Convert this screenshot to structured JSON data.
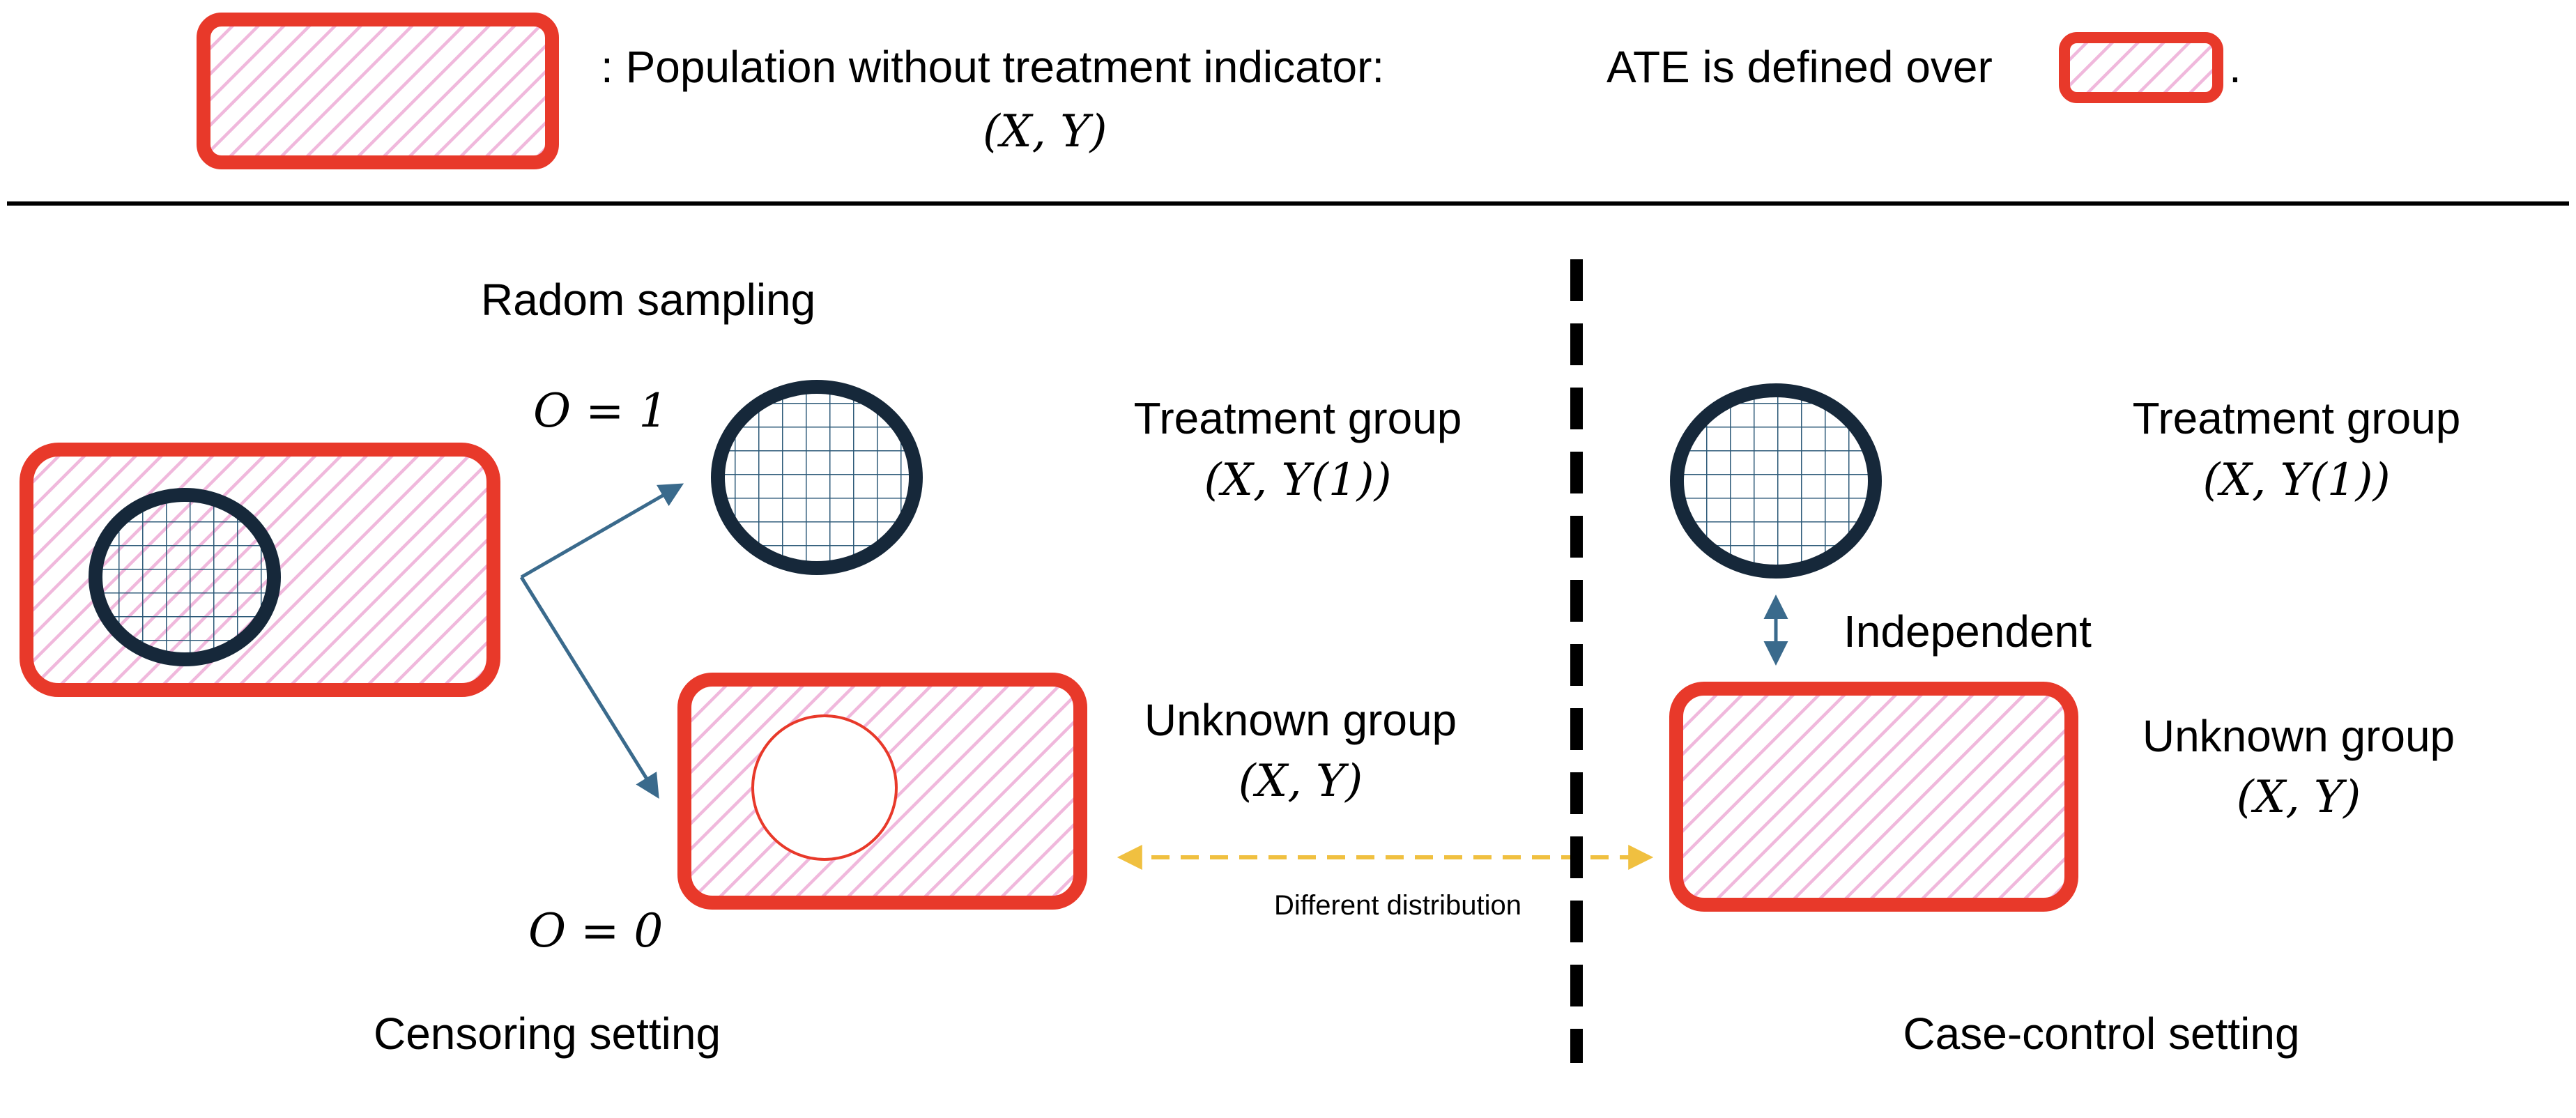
{
  "legend": {
    "population_label": ": Population without treatment indicator:",
    "population_vars": "(X, Y)",
    "ate_label": "ATE is defined over",
    "ate_period": "."
  },
  "censoring": {
    "sampling_label": "Radom sampling",
    "o1_label": "O = 1",
    "o0_label": "O = 0",
    "treatment_title": "Treatment group",
    "treatment_vars": "(X, Y(1))",
    "unknown_title": "Unknown group",
    "unknown_vars": "(X, Y)",
    "setting_label": "Censoring setting"
  },
  "case_control": {
    "treatment_title": "Treatment group",
    "treatment_vars": "(X, Y(1))",
    "independent_label": "Independent",
    "unknown_title": "Unknown group",
    "unknown_vars": "(X, Y)",
    "setting_label": "Case-control setting"
  },
  "comparison": {
    "different_label": "Different distribution"
  },
  "colors": {
    "population_border": "#e8392a",
    "hatch": "#f0b8dc",
    "treatment_border": "#16283a",
    "grid_line": "#2d5a78",
    "arrow": "#3a6a8c",
    "dashed_arrow": "#f0c040",
    "divider": "#000000"
  }
}
